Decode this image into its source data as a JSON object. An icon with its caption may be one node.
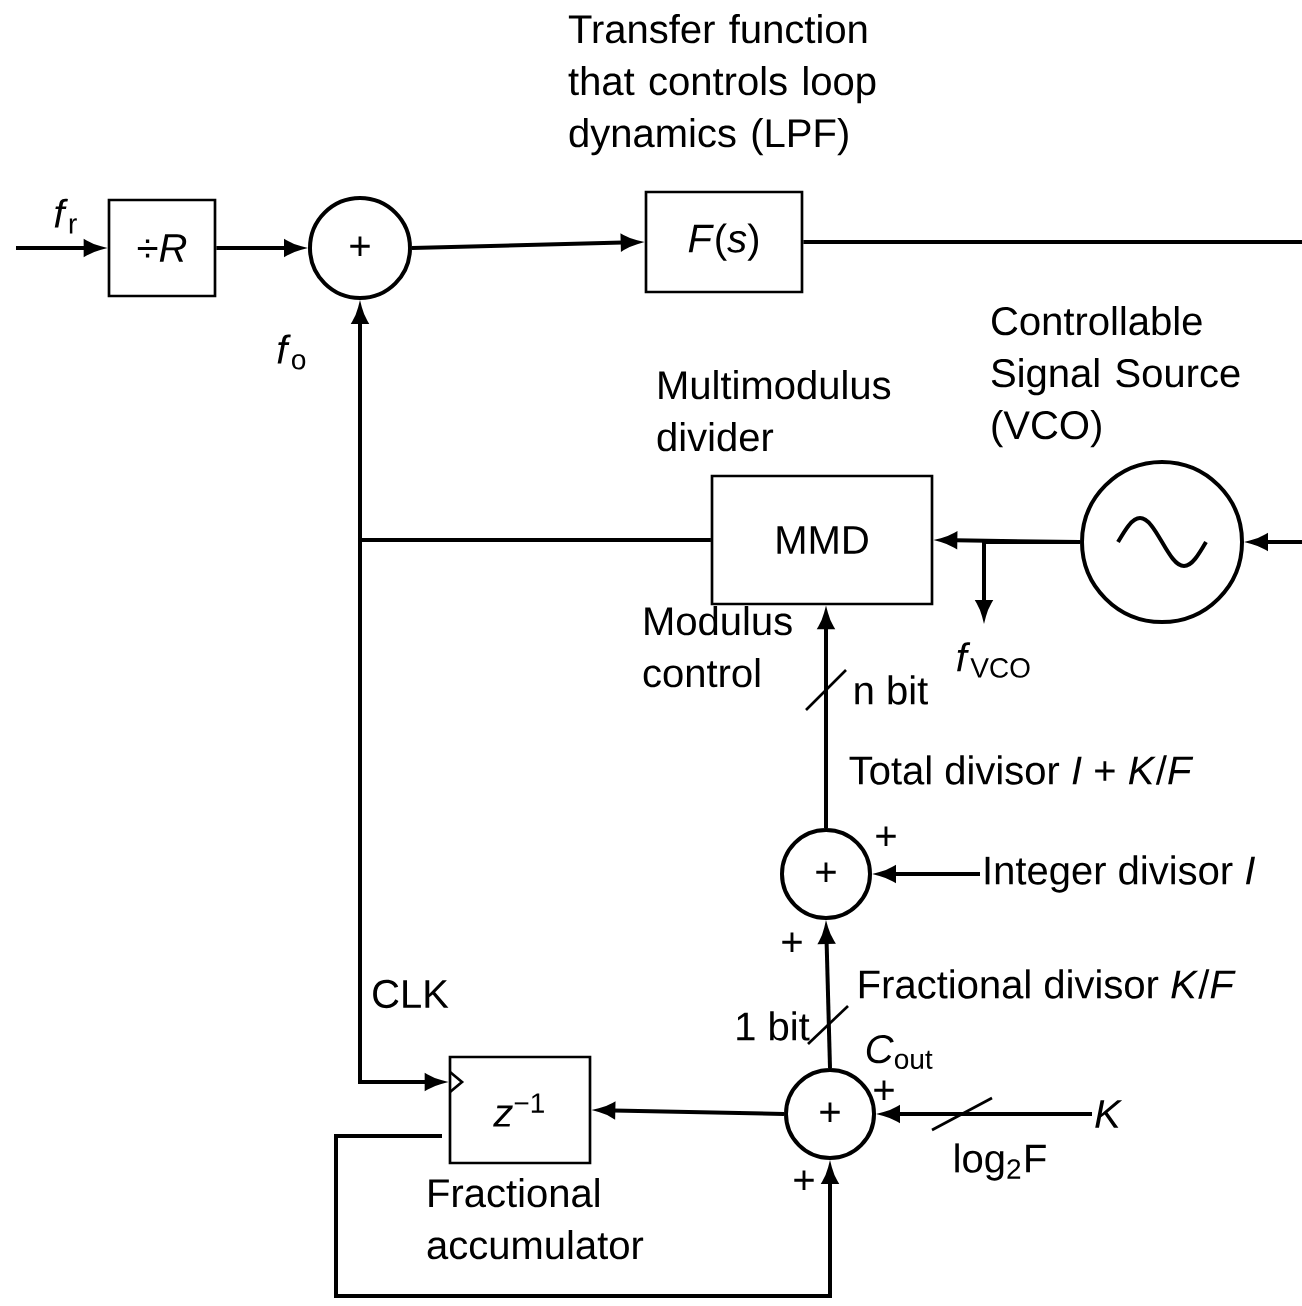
{
  "diagram": {
    "nodes": [
      {
        "text": [
          "÷*R*"
        ]
      },
      {
        "text": [
          "+"
        ]
      },
      {
        "text": [
          "Transfer function that controls loop dynamics (LPF)",
          "*F*(*s*)"
        ]
      },
      {
        "text": [
          "Multimodulus divider",
          "MMD"
        ]
      },
      {
        "text": [
          "Controllable Signal Source (VCO)"
        ]
      },
      {
        "text": [
          "+"
        ]
      },
      {
        "text": [
          "+"
        ]
      },
      {
        "text": [
          "*z*$^{−1}$",
          "Fractional accumulator"
        ]
      },
      {
        "text": [
          "Integer divisor *I*"
        ]
      },
      {
        "text": [
          "*K*"
        ]
      }
    ],
    "edges": [
      {
        "from": null,
        "to": 0,
        "arrow": "to",
        "label": "*f*$_{r}$"
      },
      {
        "from": 0,
        "to": 1,
        "arrow": "to"
      },
      {
        "from": 1,
        "to": 2,
        "arrow": "to"
      },
      {
        "from": 2,
        "to": null,
        "arrow": "none"
      },
      {
        "from": null,
        "to": 4,
        "arrow": "to"
      },
      {
        "from": 4,
        "to": 3,
        "arrow": "to"
      },
      {
        "from": 4,
        "to": null,
        "arrow": "to",
        "label": "*f*$_{VCO}$"
      },
      {
        "from": 3,
        "to": 1,
        "arrow": "to",
        "label": "*f*$_{o}$"
      },
      {
        "from": 3,
        "to": 7,
        "arrow": "to",
        "label": "CLK"
      },
      {
        "from": 5,
        "to": 3,
        "arrow": "to",
        "label": "Total divisor *I* + *K*/*F*"
      },
      {
        "from": 8,
        "to": 5,
        "arrow": "to"
      },
      {
        "from": 6,
        "to": 5,
        "arrow": "to",
        "label": "Fractional divisor *K*/*F*"
      },
      {
        "from": 9,
        "to": 6,
        "arrow": "to"
      },
      {
        "from": 6,
        "to": 7,
        "arrow": "to"
      },
      {
        "from": 7,
        "to": 6,
        "arrow": "to"
      }
    ],
    "labels": [
      "Modulus control",
      "n bit",
      "+",
      "+",
      "1 bit",
      "*C*$_{out}$",
      "+",
      "log$_{2}$F",
      "+"
    ]
  }
}
